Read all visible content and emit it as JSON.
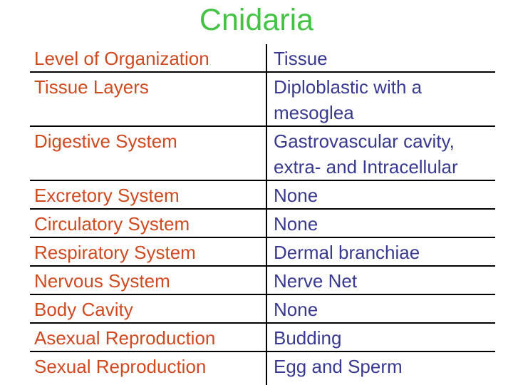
{
  "slide": {
    "title": "Cnidaria",
    "colors": {
      "title_green": "#44c244",
      "label_red": "#cf4a21",
      "value_blue": "#39398f",
      "line_black": "#000000",
      "background": "#ffffff"
    },
    "table": {
      "rows": [
        {
          "label": "Level of Organization",
          "value": "Tissue"
        },
        {
          "label": "Tissue Layers",
          "value": "Diploblastic with a mesoglea"
        },
        {
          "label": "Digestive System",
          "value": "Gastrovascular cavity, extra- and Intracellular"
        },
        {
          "label": "Excretory System",
          "value": "None"
        },
        {
          "label": "Circulatory System",
          "value": "None"
        },
        {
          "label": "Respiratory System",
          "value": "Dermal branchiae"
        },
        {
          "label": "Nervous System",
          "value": "Nerve Net"
        },
        {
          "label": "Body Cavity",
          "value": "None"
        },
        {
          "label": "Asexual Reproduction",
          "value": "Budding"
        },
        {
          "label": "Sexual Reproduction",
          "value": "Egg and Sperm"
        }
      ]
    }
  }
}
